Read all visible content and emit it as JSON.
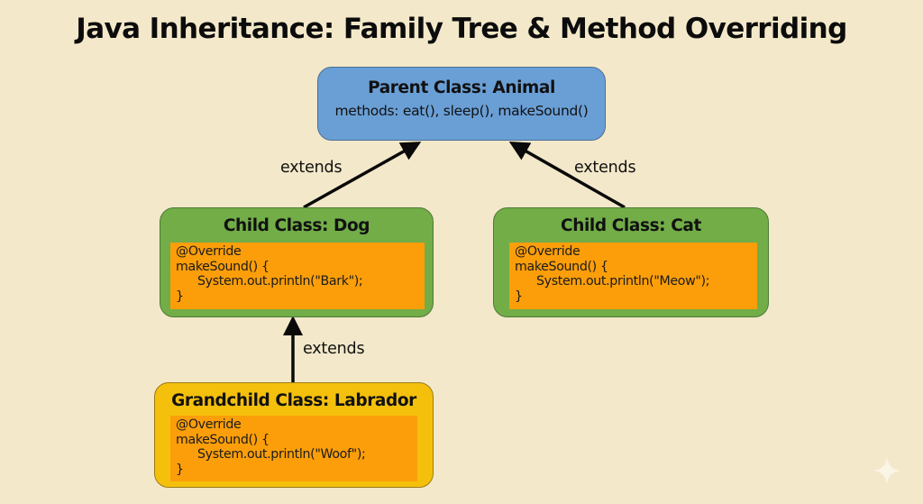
{
  "title": "Java Inheritance: Family Tree & Method Overriding",
  "nodes": {
    "parent": {
      "heading": "Parent Class: Animal",
      "subtitle": "methods: eat(), sleep(), makeSound()",
      "color": "#6a9fd6"
    },
    "dog": {
      "heading": "Child Class: Dog",
      "color": "#72ad48",
      "code": {
        "line1": "@Override",
        "line2": "makeSound() {",
        "line3": "System.out.println(\"Bark\");",
        "line4": "}"
      }
    },
    "cat": {
      "heading": "Child Class: Cat",
      "color": "#72ad48",
      "code": {
        "line1": "@Override",
        "line2": "makeSound() {",
        "line3": "System.out.println(\"Meow\");",
        "line4": "}"
      }
    },
    "labrador": {
      "heading": "Grandchild Class: Labrador",
      "color": "#f5c00c",
      "code": {
        "line1": "@Override",
        "line2": "makeSound() {",
        "line3": "System.out.println(\"Woof\");",
        "line4": "}"
      }
    }
  },
  "edges": {
    "dog_to_animal": "extends",
    "cat_to_animal": "extends",
    "labrador_to_dog": "extends"
  },
  "code_block_color": "#fb9e0a",
  "background_color": "#f3e8c9",
  "watermark_icon": "sparkle-icon"
}
